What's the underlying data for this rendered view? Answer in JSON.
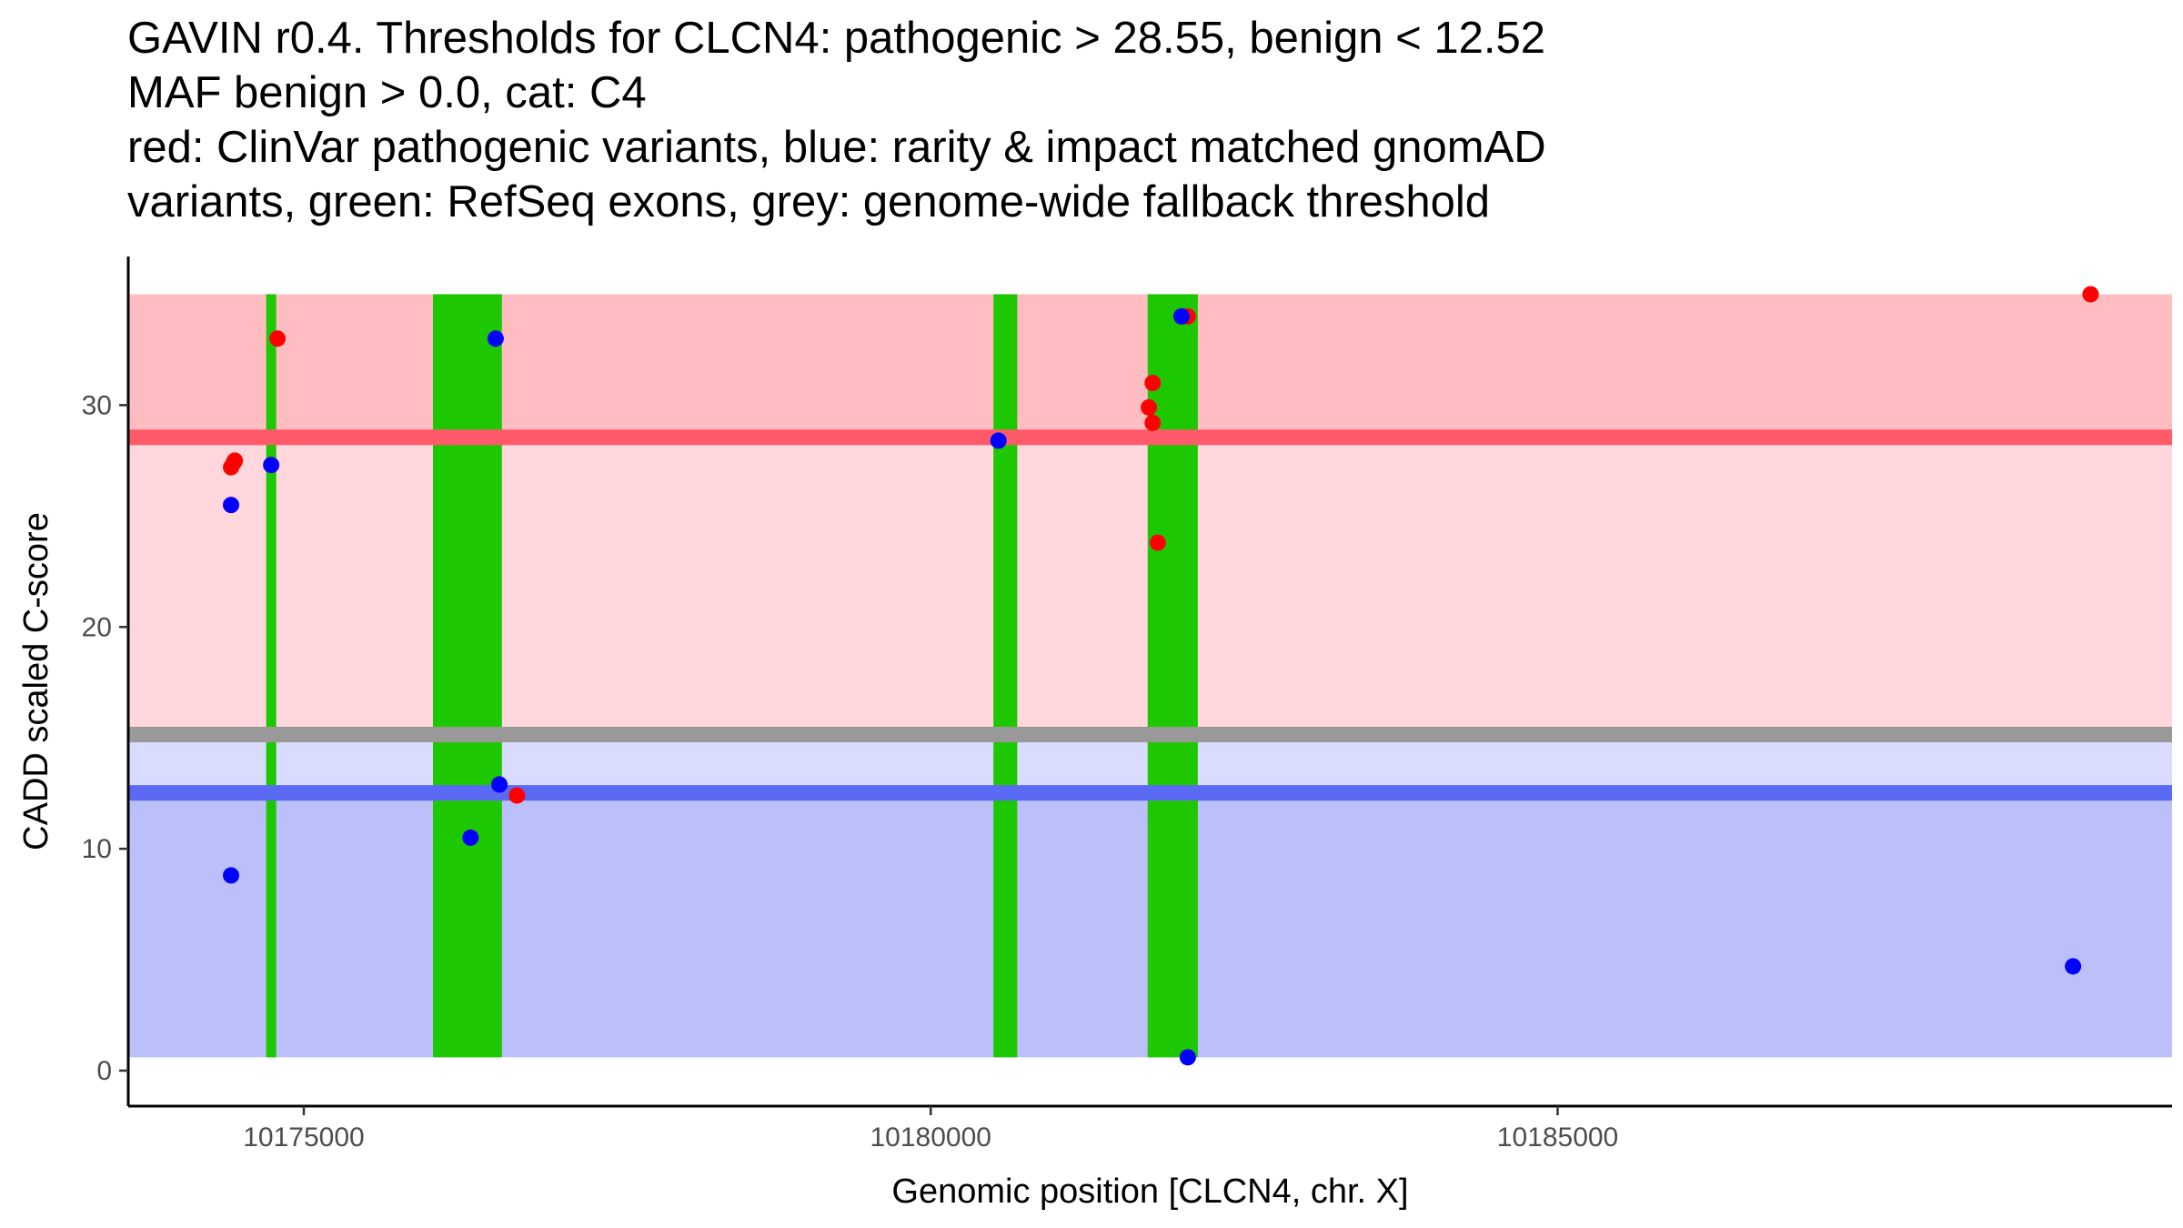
{
  "chart_data": {
    "type": "scatter",
    "title_lines": [
      "GAVIN r0.4. Thresholds for CLCN4: pathogenic > 28.55, benign < 12.52",
      "MAF benign > 0.0, cat: C4",
      "red: ClinVar pathogenic variants, blue: rarity & impact matched gnomAD",
      "variants, green: RefSeq exons, grey: genome-wide fallback threshold"
    ],
    "xlabel": "Genomic position [CLCN4, chr. X]",
    "ylabel": "CADD scaled C-score",
    "xlim": [
      10173600,
      10189900
    ],
    "ylim": [
      -1.6,
      36.7
    ],
    "x_ticks": [
      10175000,
      10180000,
      10185000
    ],
    "x_tick_labels": [
      "10175000",
      "10180000",
      "10185000"
    ],
    "y_ticks": [
      0,
      10,
      20,
      30
    ],
    "y_tick_labels": [
      "0",
      "10",
      "20",
      "30"
    ],
    "grid": false,
    "thresholds": {
      "pathogenic": 28.55,
      "benign": 12.52,
      "fallback": 15.15,
      "max_score": 35,
      "min_score": 0.6
    },
    "exons": [
      {
        "start": 10174700,
        "end": 10174780
      },
      {
        "start": 10176030,
        "end": 10176580
      },
      {
        "start": 10180500,
        "end": 10180690
      },
      {
        "start": 10181730,
        "end": 10182130
      }
    ],
    "series": [
      {
        "name": "ClinVar pathogenic",
        "color": "#ff0000",
        "points": [
          {
            "x": 10174420,
            "y": 27.2
          },
          {
            "x": 10174440,
            "y": 27.4
          },
          {
            "x": 10174450,
            "y": 27.5
          },
          {
            "x": 10174790,
            "y": 33.0
          },
          {
            "x": 10176700,
            "y": 12.4
          },
          {
            "x": 10181740,
            "y": 29.9
          },
          {
            "x": 10181770,
            "y": 31.0
          },
          {
            "x": 10181770,
            "y": 29.2
          },
          {
            "x": 10181810,
            "y": 23.8
          },
          {
            "x": 10182050,
            "y": 34.0
          },
          {
            "x": 10189250,
            "y": 35.0
          }
        ]
      },
      {
        "name": "gnomAD matched",
        "color": "#0000ff",
        "points": [
          {
            "x": 10174420,
            "y": 25.5
          },
          {
            "x": 10174420,
            "y": 8.8
          },
          {
            "x": 10174740,
            "y": 27.3
          },
          {
            "x": 10176330,
            "y": 10.5
          },
          {
            "x": 10176530,
            "y": 33.0
          },
          {
            "x": 10176560,
            "y": 12.9
          },
          {
            "x": 10180540,
            "y": 28.4
          },
          {
            "x": 10182000,
            "y": 34.0
          },
          {
            "x": 10182050,
            "y": 0.6
          },
          {
            "x": 10189110,
            "y": 4.7
          }
        ]
      }
    ],
    "colors": {
      "pathogenic_region": "#ffbdc2",
      "intermediate_region": "#ffd7dc",
      "benign_light_region": "#d9dcff",
      "benign_region": "#bbc0fa",
      "pathogenic_line": "#ff5a6a",
      "benign_line": "#5a6af5",
      "fallback_line": "#999999",
      "exon": "#1ec800"
    }
  }
}
